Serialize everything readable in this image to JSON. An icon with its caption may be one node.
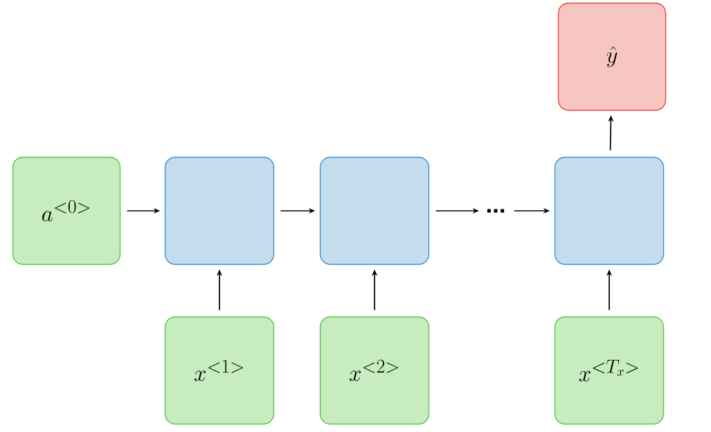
{
  "diagram": {
    "nodes": [
      {
        "text": [
          "a^{<0>}"
        ]
      },
      {
        "text": [],
        "shape": "box"
      },
      {
        "text": [],
        "shape": "box"
      },
      {
        "text": [
          "..."
        ]
      },
      {
        "text": [],
        "shape": "box"
      },
      {
        "text": [
          "\\hat{y}"
        ]
      },
      {
        "text": [
          "x^{<1>}"
        ]
      },
      {
        "text": [
          "x^{<2>}"
        ]
      },
      {
        "text": [
          "x^{<T_x>}"
        ]
      }
    ],
    "edges": [
      {
        "from": 0,
        "to": 1,
        "arrow": "to"
      },
      {
        "from": 1,
        "to": 2,
        "arrow": "to"
      },
      {
        "from": 2,
        "to": 3,
        "arrow": "to"
      },
      {
        "from": 3,
        "to": 4,
        "arrow": "to"
      },
      {
        "from": 6,
        "to": 1,
        "arrow": "to"
      },
      {
        "from": 7,
        "to": 2,
        "arrow": "to"
      },
      {
        "from": 8,
        "to": 4,
        "arrow": "to"
      },
      {
        "from": 4,
        "to": 5,
        "arrow": "to"
      }
    ]
  }
}
